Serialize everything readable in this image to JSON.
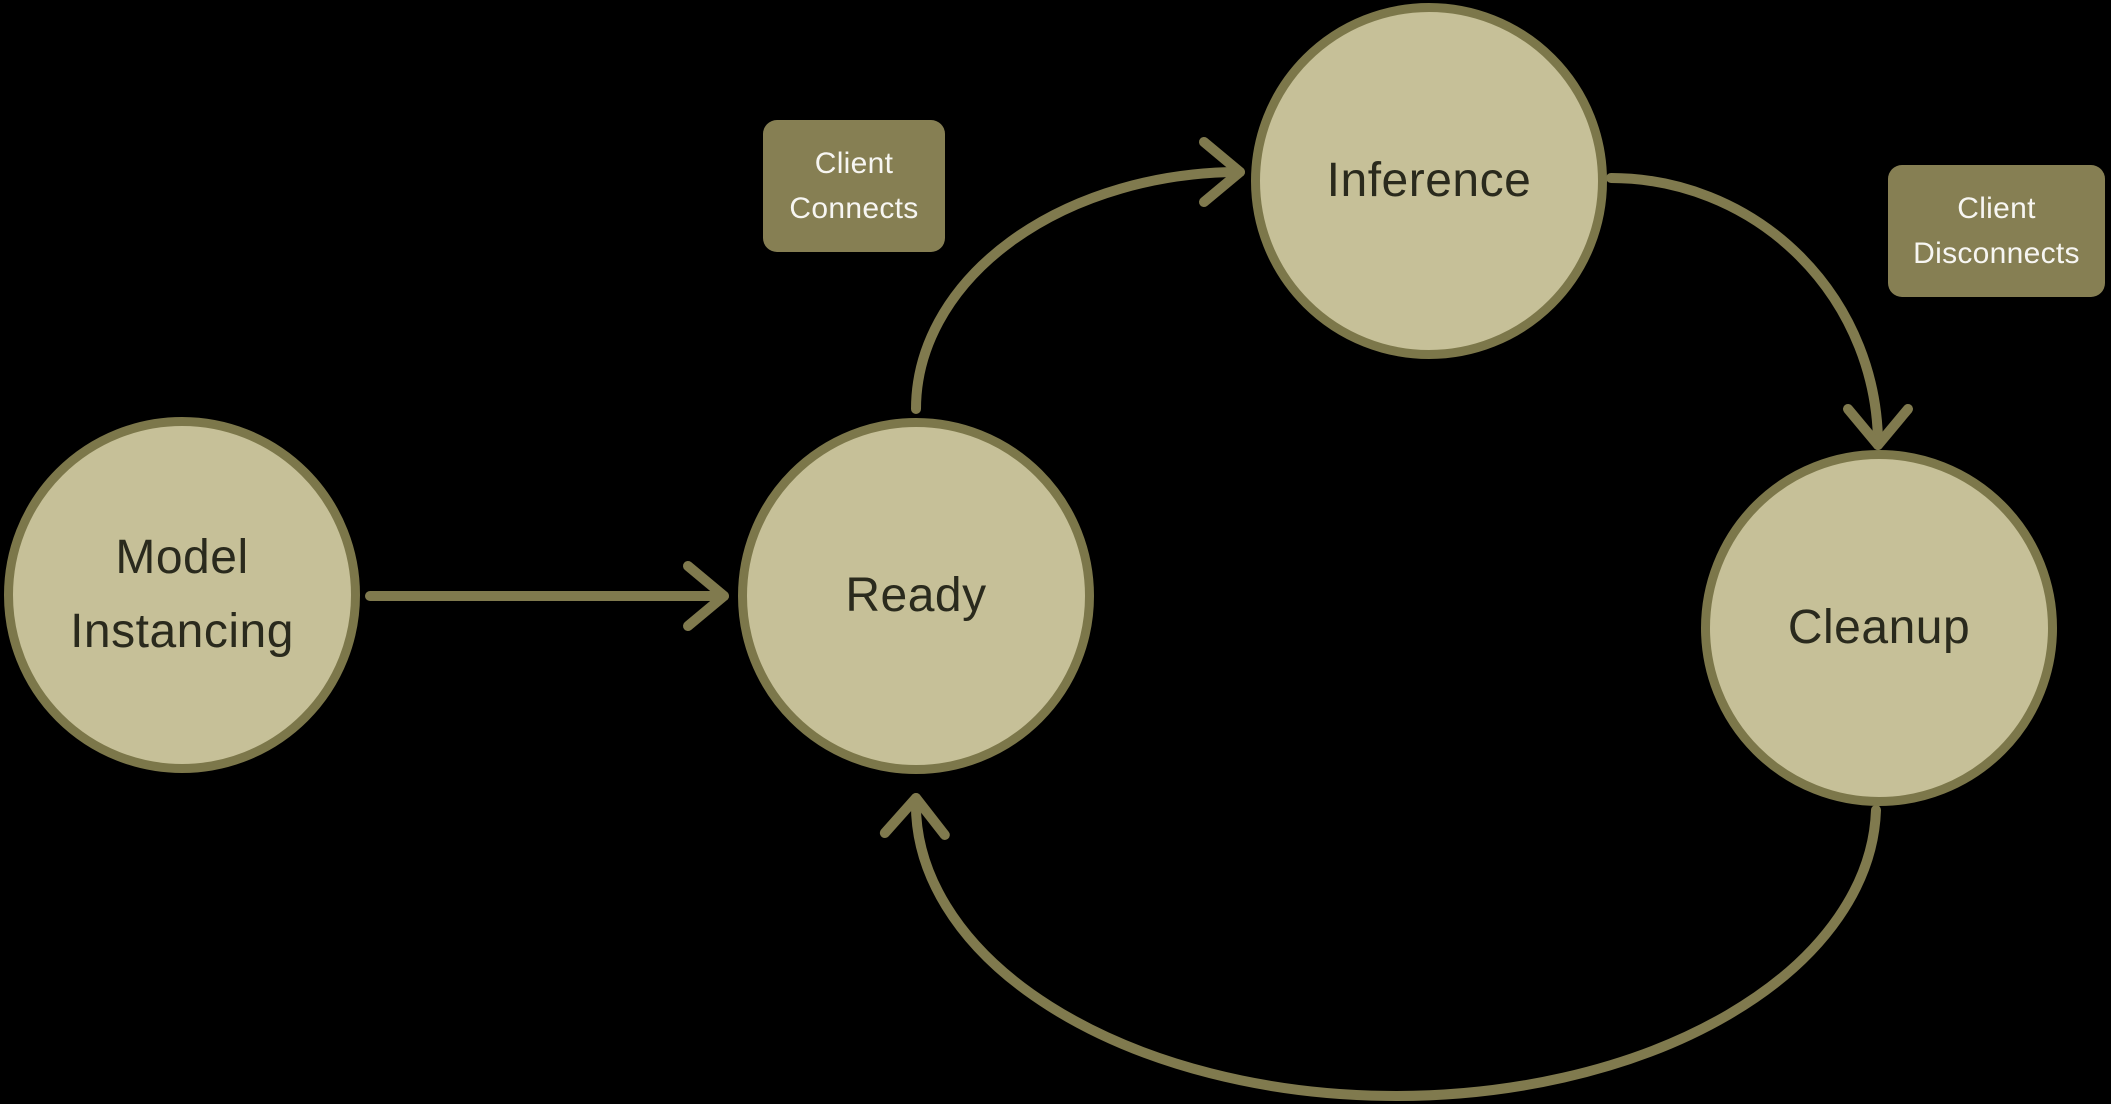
{
  "diagram": {
    "kind": "state-machine-flow",
    "background_color": "#000000",
    "palette": {
      "node_fill": "#c6c098",
      "node_border": "#7c774a",
      "node_text": "#2a2a1d",
      "edge_stroke": "#807a4e",
      "edge_label_bg": "#867f53",
      "edge_label_text": "#f7f6f2"
    },
    "nodes": [
      {
        "id": "model-instancing",
        "label": "Model Instancing"
      },
      {
        "id": "ready",
        "label": "Ready"
      },
      {
        "id": "inference",
        "label": "Inference"
      },
      {
        "id": "cleanup",
        "label": "Cleanup"
      }
    ],
    "edges": [
      {
        "from": "Model Instancing",
        "to": "Ready",
        "label": ""
      },
      {
        "from": "Ready",
        "to": "Inference",
        "label": "Client Connects"
      },
      {
        "from": "Inference",
        "to": "Cleanup",
        "label": "Client Disconnects"
      },
      {
        "from": "Cleanup",
        "to": "Ready",
        "label": ""
      }
    ]
  }
}
